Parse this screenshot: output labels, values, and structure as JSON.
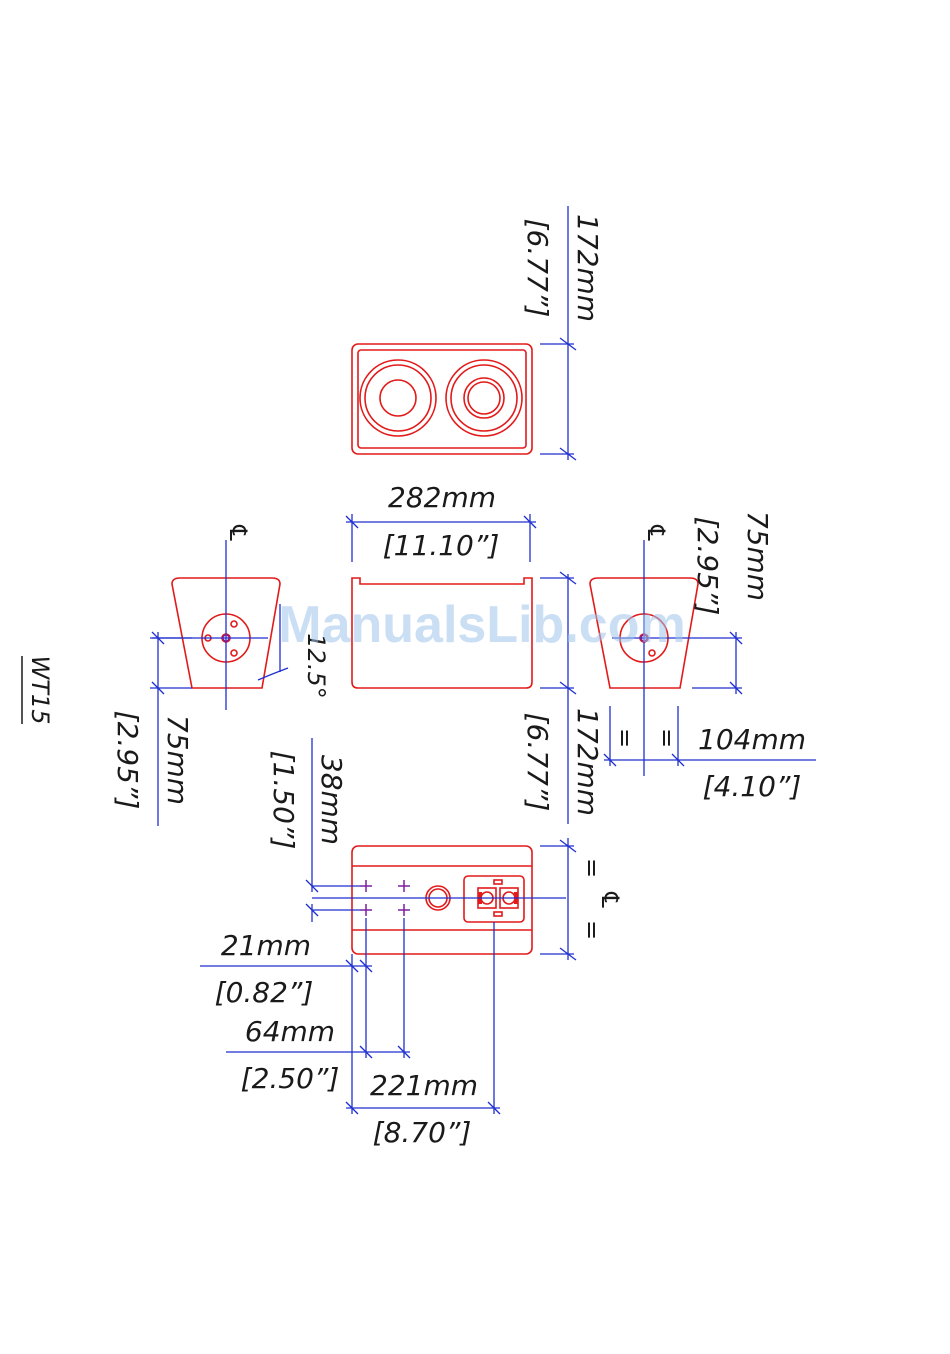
{
  "model": "WT15",
  "watermark": "ManualsLib.com",
  "centerline_symbol": "℄",
  "equal_mark": "=",
  "dimensions": {
    "top_height_mm": "172mm",
    "top_height_in": "[6.77”]",
    "width_mm": "282mm",
    "width_in": "[11.10”]",
    "angle": "12.5°",
    "left_depth_mm": "75mm",
    "left_depth_in": "[2.95”]",
    "right_depth_mm": "75mm",
    "right_depth_in": "[2.95”]",
    "front_height_mm": "172mm",
    "front_height_in": "[6.77”]",
    "offset_mm": "104mm",
    "offset_in": "[4.10”]",
    "hole_depth_mm": "38mm",
    "hole_depth_in": "[1.50”]",
    "hole1_mm": "21mm",
    "hole1_in": "[0.82”]",
    "hole2_mm": "64mm",
    "hole2_in": "[2.50”]",
    "connector_mm": "221mm",
    "connector_in": "[8.70”]"
  }
}
